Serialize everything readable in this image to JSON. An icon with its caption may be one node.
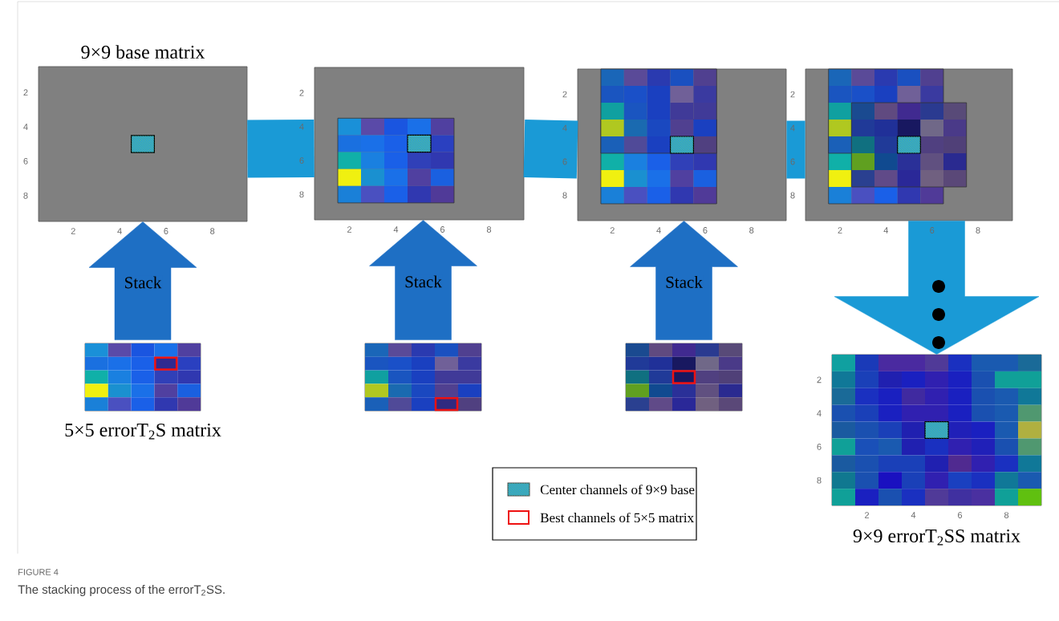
{
  "diagram": {
    "caption": "The stacking process of the errorT$_{2}$SS.",
    "nodes": [
      {
        "text": [
          "9×9 base matrix"
        ]
      },
      {
        "text": [],
        "shape": "picture"
      },
      {
        "text": [],
        "shape": "picture"
      },
      {
        "text": [],
        "shape": "picture"
      },
      {
        "text": [
          "5×5 errorT$_{2}$S matrix"
        ]
      },
      {
        "text": [],
        "shape": "picture"
      },
      {
        "text": [],
        "shape": "picture"
      },
      {
        "text": [
          "9×9 errorT$_{2}$SS matrix"
        ]
      }
    ],
    "edges": [
      {
        "from": 0,
        "to": 1,
        "arrow": "none"
      },
      {
        "from": 1,
        "to": 2,
        "arrow": "none"
      },
      {
        "from": 2,
        "to": 3,
        "arrow": "none"
      },
      {
        "from": 4,
        "to": 0,
        "arrow": "to",
        "label": "Stack",
        "color": "#1e6fc4"
      },
      {
        "from": 5,
        "to": 1,
        "arrow": "to",
        "label": "Stack",
        "color": "#1e6fc4"
      },
      {
        "from": 6,
        "to": 2,
        "arrow": "to",
        "label": "Stack",
        "color": "#1e6fc4"
      },
      {
        "from": 3,
        "to": 7,
        "arrow": "to"
      }
    ],
    "labels": [
      "2",
      "4",
      "6",
      "8",
      "2",
      "4",
      "6",
      "8",
      "2",
      "4",
      "6",
      "8",
      "2",
      "4",
      "6",
      "8",
      "2",
      "4",
      "6",
      "8",
      "2",
      "4",
      "6",
      "8",
      "2",
      "4",
      "6",
      "8",
      "2",
      "4",
      "6",
      "8",
      "2",
      "4",
      "6",
      "8",
      "2",
      "4",
      "6",
      "8",
      "FIGURE 4"
    ],
    "legend": [
      {
        "text": "Center channels of 9×9 base"
      },
      {
        "text": "Best channels of 5×5 matrix"
      }
    ]
  }
}
